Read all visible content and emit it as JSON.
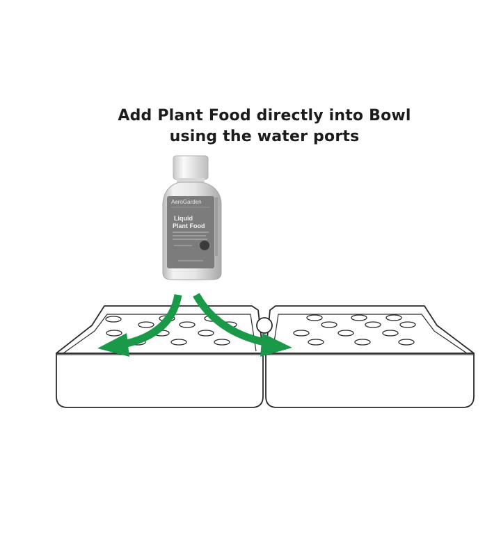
{
  "heading": {
    "line1": "Add Plant Food directly into Bowl",
    "line2": "using the water ports"
  },
  "bottle": {
    "brand": "AeroGarden",
    "label_line1": "Liquid",
    "label_line2": "Plant Food"
  },
  "colors": {
    "arrow": "#1a9a48",
    "outline": "#2a2a2a",
    "bottle_label": "#7c7c7c"
  }
}
